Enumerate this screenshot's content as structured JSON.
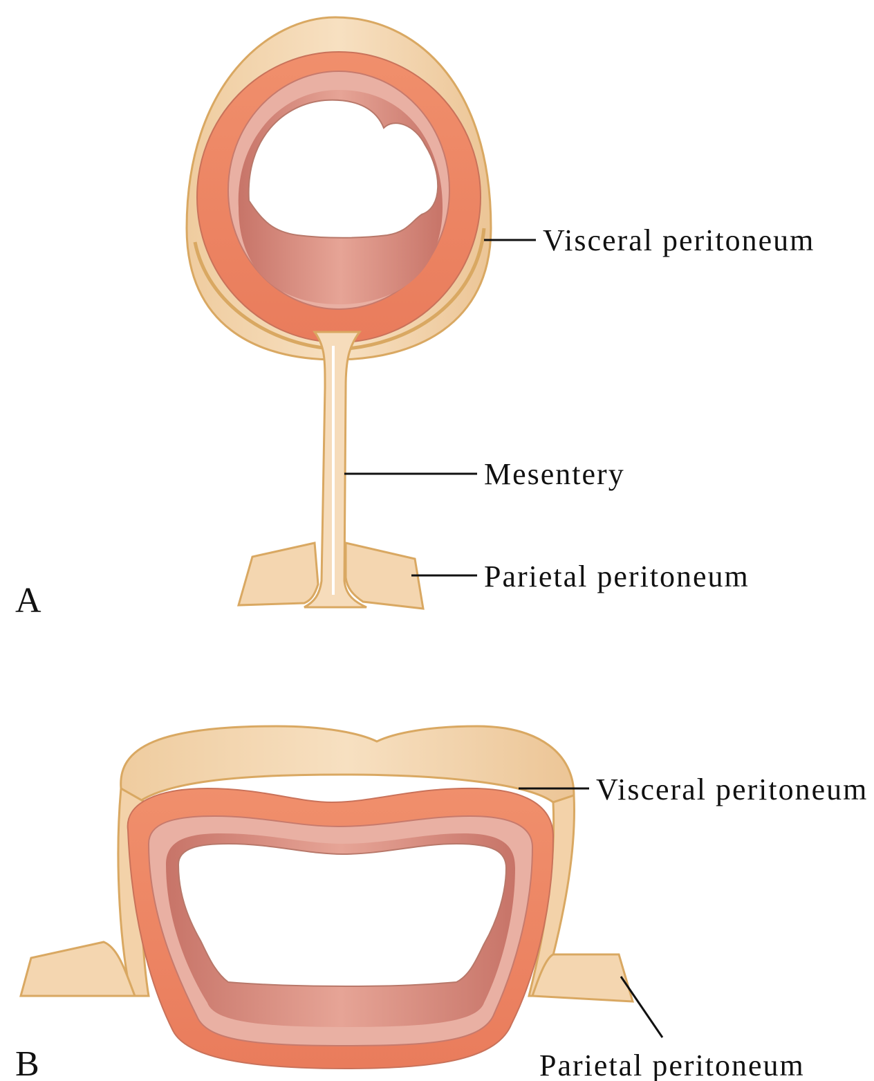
{
  "panel_a": {
    "letter": "A",
    "labels": {
      "visceral": "Visceral peritoneum",
      "mesentery": "Mesentery",
      "parietal": "Parietal peritoneum"
    }
  },
  "panel_b": {
    "letter": "B",
    "labels": {
      "visceral": "Visceral peritoneum",
      "parietal": "Parietal peritoneum"
    }
  },
  "colors": {
    "peritoneum": "#f3d4ac",
    "peritoneum_edge": "#d9a862",
    "muscle_outer": "#ee8a68",
    "mucosa": "#e7a697",
    "lumen_wall": "#cf8578",
    "background": "#ffffff"
  }
}
